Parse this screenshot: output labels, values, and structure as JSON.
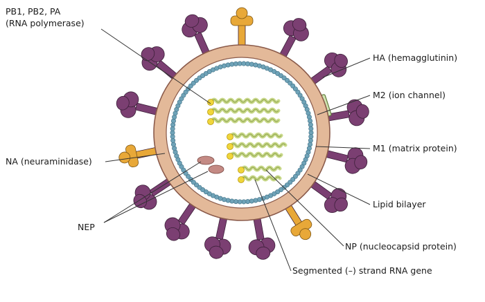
{
  "labels": {
    "polymerase_line1": "PB1, PB2, PA",
    "polymerase_line2": "(RNA polymerase)",
    "ha": "HA (hemagglutinin)",
    "m2": "M2 (ion channel)",
    "m1": "M1 (matrix protein)",
    "na": "NA (neuraminidase)",
    "nep": "NEP",
    "lipid": "Lipid bilayer",
    "np": "NP (nucleocapsid protein)",
    "rna": "Segmented (–) strand RNA gene"
  },
  "colors": {
    "spike": "#7b3f72",
    "na_spike": "#e8a838",
    "outer_membrane": "#e3b999",
    "membrane_edge": "#8a5a4a",
    "bead": "#6fa3b8",
    "interior": "#ffffff",
    "rna_strand": "#c9d98a",
    "rna_cap": "#f0d63a",
    "nep_blob": "#c48a84",
    "m2_channel": "#cfe3b0",
    "leader_line": "#333333"
  }
}
